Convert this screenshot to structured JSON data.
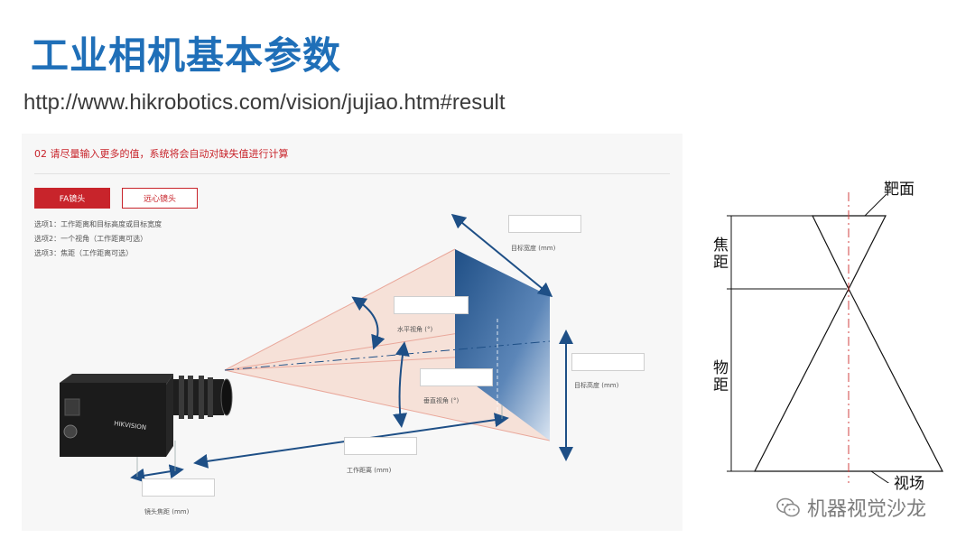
{
  "slide": {
    "title": "工业相机基本参数",
    "url": "http://www.hikrobotics.com/vision/jujiao.htm#result"
  },
  "calculator": {
    "heading": "02 请尽量输入更多的值，系统将会自动对缺失值进行计算",
    "tabs": [
      {
        "label": "FA镜头",
        "active": true
      },
      {
        "label": "远心镜头",
        "active": false
      }
    ],
    "options": [
      "选项1：工作距离和目标高度或目标宽度",
      "选项2：一个视角（工作距离可选）",
      "选项3：焦距（工作距离可选）"
    ],
    "labels": {
      "target_width": "目标宽度 (mm)",
      "horizontal_fov": "水平视角 (°)",
      "target_height": "目标高度 (mm)",
      "vertical_fov": "垂直视角 (°)",
      "working_distance": "工作距离 (mm)",
      "lens_focal_length": "镜头焦距 (mm)"
    },
    "camera_brand": "HIKVISION",
    "colors": {
      "accent": "#c8242b",
      "target_plane": "#2a5d95",
      "cone": "#f5d8cc",
      "arrow": "#1e4f86"
    }
  },
  "schematic": {
    "target_face": "靶面",
    "focal_length": "焦距",
    "object_distance": "物距",
    "field_of_view": "视场"
  },
  "watermark": {
    "text": "机器视觉沙龙",
    "icon": "wechat-icon"
  }
}
